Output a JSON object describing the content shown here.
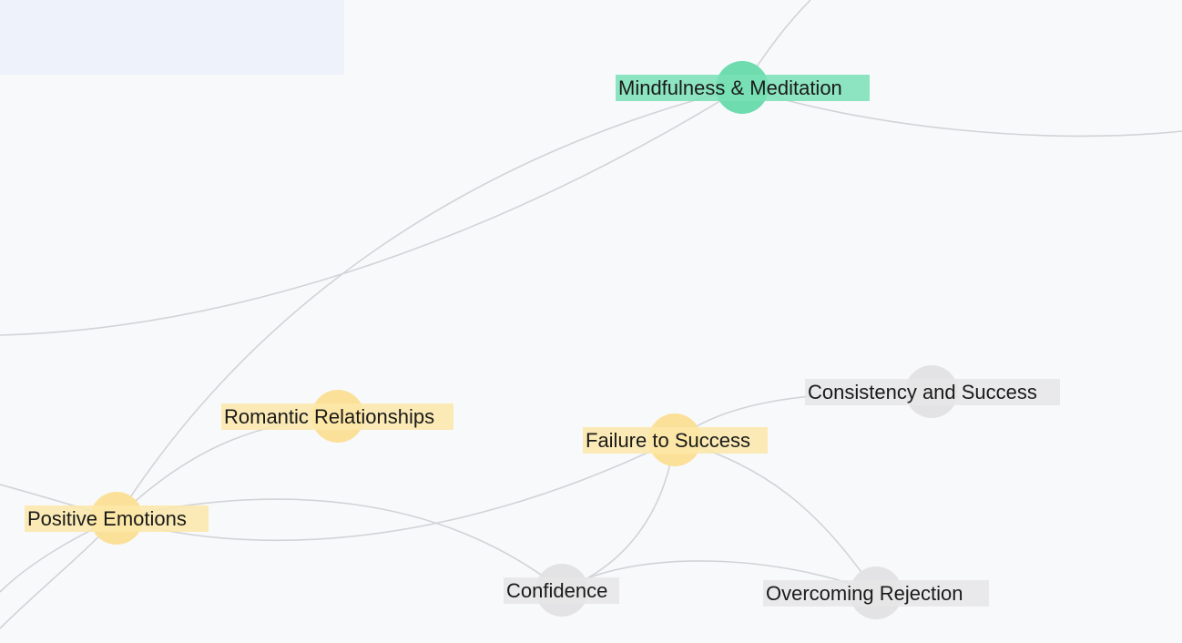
{
  "colors": {
    "background": "#f8f9fb",
    "panel": "#eef2fb",
    "edge": "#d2d3d6",
    "green_node": "#6fdcb0",
    "green_label_bg": "#7ae0b6",
    "yellow_node": "#fbe09a",
    "yellow_label_bg": "#fbe7a8",
    "gray_node": "#e3e3e5",
    "gray_label_bg": "#e6e6e8"
  },
  "nodes": [
    {
      "id": "mindfulness",
      "label": "Mindfulness & Meditation",
      "category": "green"
    },
    {
      "id": "romantic",
      "label": "Romantic Relationships",
      "category": "yellow"
    },
    {
      "id": "failure",
      "label": "Failure to Success",
      "category": "yellow"
    },
    {
      "id": "positive",
      "label": "Positive Emotions",
      "category": "yellow"
    },
    {
      "id": "consistency",
      "label": "Consistency and Success",
      "category": "gray"
    },
    {
      "id": "confidence",
      "label": "Confidence",
      "category": "gray"
    },
    {
      "id": "rejection",
      "label": "Overcoming Rejection",
      "category": "gray"
    }
  ],
  "edges": [
    [
      "positive",
      "romantic"
    ],
    [
      "positive",
      "failure"
    ],
    [
      "positive",
      "confidence"
    ],
    [
      "positive",
      "mindfulness"
    ],
    [
      "failure",
      "consistency"
    ],
    [
      "failure",
      "confidence"
    ],
    [
      "failure",
      "rejection"
    ],
    [
      "confidence",
      "rejection"
    ]
  ]
}
